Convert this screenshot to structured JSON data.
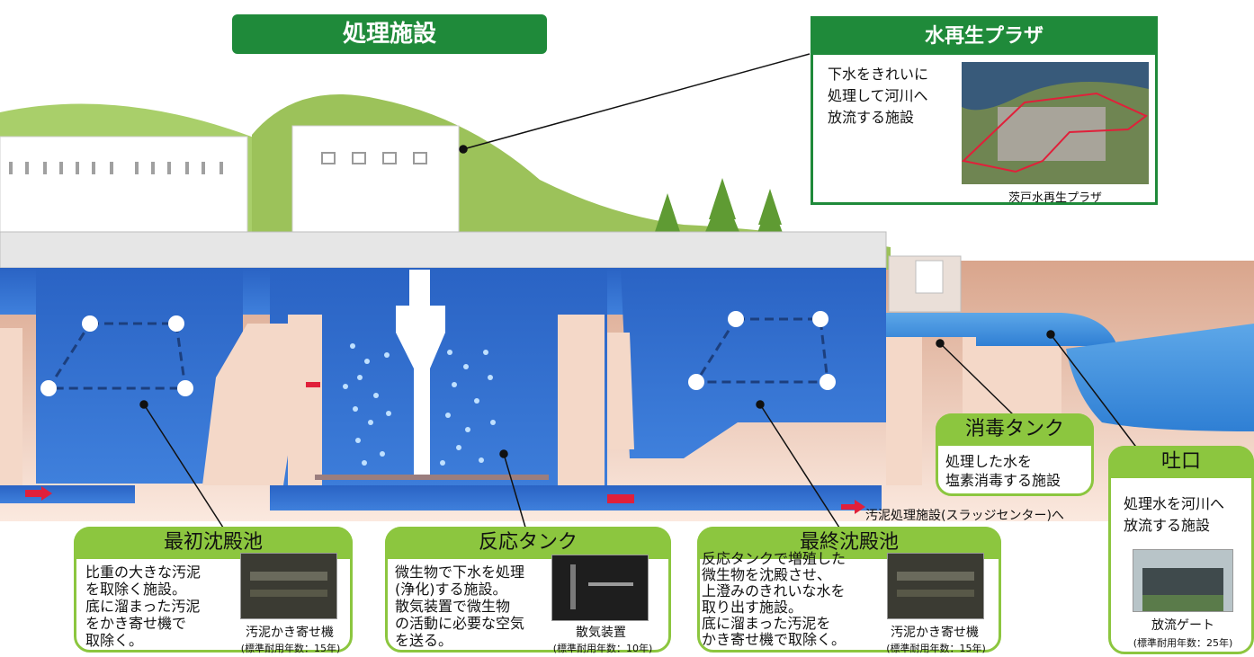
{
  "title": "処理施設",
  "plaza": {
    "heading": "水再生プラザ",
    "description": "下水をきれいに\n処理して河川へ\n放流する施設",
    "caption": "茨戸水再生プラザ"
  },
  "sludge_destination": "汚泥処理施設(スラッジセンター)へ",
  "facilities": [
    {
      "heading": "最初沈殿池",
      "description": "比重の大きな汚泥\nを取除く施設。\n底に溜まった汚泥\nをかき寄せ機で\n取除く。",
      "photo_caption": "汚泥かき寄せ機",
      "lifespan": "(標準耐用年数：15年)"
    },
    {
      "heading": "反応タンク",
      "description": "微生物で下水を処理\n(浄化)する施設。\n散気装置で微生物\nの活動に必要な空気\nを送る。",
      "photo_caption": "散気装置",
      "lifespan": "(標準耐用年数：10年)"
    },
    {
      "heading": "最終沈殿池",
      "description": "反応タンクで増殖した\n微生物を沈殿させ、\n上澄みのきれいな水を\n取り出す施設。\n底に溜まった汚泥を\nかき寄せ機で取除く。",
      "photo_caption": "汚泥かき寄せ機",
      "lifespan": "(標準耐用年数：15年)"
    },
    {
      "heading": "消毒タンク",
      "description": "処理した水を\n塩素消毒する施設"
    },
    {
      "heading": "吐口",
      "description": "処理水を河川へ\n放流する施設",
      "photo_caption": "放流ゲート",
      "lifespan": "(標準耐用年数：25年)"
    }
  ],
  "colors": {
    "dark_green": "#1f8a3a",
    "light_green": "#8cc63f",
    "water_blue": "#2f6fd0",
    "hill_green": "#9cc25a",
    "ground": "#e9c7b4",
    "arrow_red": "#e0203a"
  }
}
